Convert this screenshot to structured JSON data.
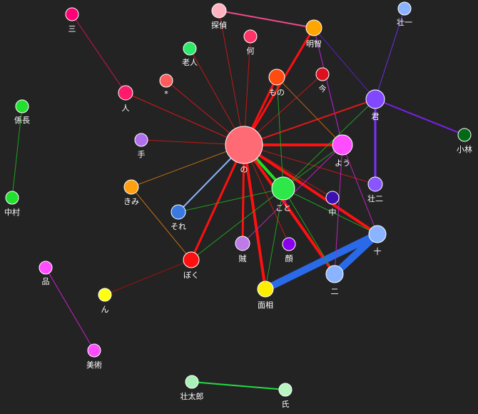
{
  "graph": {
    "nodes": [
      {
        "id": "no",
        "label": "の",
        "color": "#ff6b74"
      },
      {
        "id": "koto",
        "label": "こと",
        "color": "#2ee84a"
      },
      {
        "id": "you",
        "label": "よう",
        "color": "#ff4dff"
      },
      {
        "id": "kimi",
        "label": "君",
        "color": "#8248ff"
      },
      {
        "id": "jyuu",
        "label": "十",
        "color": "#8ab4ff"
      },
      {
        "id": "ni",
        "label": "二",
        "color": "#8ab4ff"
      },
      {
        "id": "mensou",
        "label": "面相",
        "color": "#ffee00"
      },
      {
        "id": "boku",
        "label": "ぼく",
        "color": "#ff1010"
      },
      {
        "id": "mono",
        "label": "もの",
        "color": "#ff4a10"
      },
      {
        "id": "akechi",
        "label": "明智",
        "color": "#ffa500"
      },
      {
        "id": "tantei",
        "label": "探偵",
        "color": "#ffb3c0"
      },
      {
        "id": "sanyou",
        "label": "三",
        "color": "#ff0077"
      },
      {
        "id": "soichi",
        "label": "壮一",
        "color": "#8ab4ff"
      },
      {
        "id": "nani",
        "label": "何",
        "color": "#ff3366"
      },
      {
        "id": "roujin",
        "label": "老人",
        "color": "#2ee86a"
      },
      {
        "id": "ima",
        "label": "今",
        "color": "#dd1020"
      },
      {
        "id": "asterisk",
        "label": "*",
        "color": "#ff5c5c"
      },
      {
        "id": "hito",
        "label": "人",
        "color": "#ff1a6b"
      },
      {
        "id": "kakarichou",
        "label": "係長",
        "color": "#22e030"
      },
      {
        "id": "kobayashi",
        "label": "小林",
        "color": "#006b14"
      },
      {
        "id": "te",
        "label": "手",
        "color": "#b070ee"
      },
      {
        "id": "souji",
        "label": "壮二",
        "color": "#8a55ff"
      },
      {
        "id": "kimi2",
        "label": "きみ",
        "color": "#ffa010"
      },
      {
        "id": "naka",
        "label": "中",
        "color": "#3a10b0"
      },
      {
        "id": "sore",
        "label": "それ",
        "color": "#3a7ae0"
      },
      {
        "id": "nakamura",
        "label": "中村",
        "color": "#22e030"
      },
      {
        "id": "zoku",
        "label": "賊",
        "color": "#c07ae8"
      },
      {
        "id": "kao",
        "label": "顔",
        "color": "#8a00ee"
      },
      {
        "id": "hin",
        "label": "品",
        "color": "#ff4dff"
      },
      {
        "id": "n",
        "label": "ん",
        "color": "#ffff10"
      },
      {
        "id": "bijutsu",
        "label": "美術",
        "color": "#ff4dff"
      },
      {
        "id": "soutarou",
        "label": "壮太郎",
        "color": "#a8f0b8"
      },
      {
        "id": "shi",
        "label": "氏",
        "color": "#b8f5c0"
      }
    ],
    "edges": [
      {
        "source": "tantei",
        "target": "akechi",
        "color": "#f04a8a",
        "weight": 2
      },
      {
        "source": "sanyou",
        "target": "hito",
        "color": "#d0105a",
        "weight": 1
      },
      {
        "source": "soichi",
        "target": "kimi",
        "color": "#6a30e0",
        "weight": 1
      },
      {
        "source": "kimi",
        "target": "kobayashi",
        "color": "#7a20e8",
        "weight": 2
      },
      {
        "source": "kimi",
        "target": "souji",
        "color": "#7a30ff",
        "weight": 3
      },
      {
        "source": "akechi",
        "target": "kimi",
        "color": "#5a20c0",
        "weight": 1
      },
      {
        "source": "akechi",
        "target": "you",
        "color": "#c020e0",
        "weight": 1
      },
      {
        "source": "kakarichou",
        "target": "nakamura",
        "color": "#20a020",
        "weight": 1
      },
      {
        "source": "hin",
        "target": "bijutsu",
        "color": "#d020d0",
        "weight": 1
      },
      {
        "source": "soutarou",
        "target": "shi",
        "color": "#22dd44",
        "weight": 2
      },
      {
        "source": "boku",
        "target": "n",
        "color": "#a01010",
        "weight": 1
      },
      {
        "source": "no",
        "target": "hito",
        "color": "#e01818",
        "weight": 1
      },
      {
        "source": "no",
        "target": "asterisk",
        "color": "#d01818",
        "weight": 1
      },
      {
        "source": "no",
        "target": "roujin",
        "color": "#c01818",
        "weight": 1
      },
      {
        "source": "no",
        "target": "tantei",
        "color": "#c01818",
        "weight": 1
      },
      {
        "source": "no",
        "target": "nani",
        "color": "#c01818",
        "weight": 1
      },
      {
        "source": "no",
        "target": "akechi",
        "color": "#ff1010",
        "weight": 3
      },
      {
        "source": "no",
        "target": "mono",
        "color": "#ff1010",
        "weight": 3
      },
      {
        "source": "no",
        "target": "ima",
        "color": "#c01818",
        "weight": 1
      },
      {
        "source": "no",
        "target": "kimi",
        "color": "#e01818",
        "weight": 2
      },
      {
        "source": "no",
        "target": "you",
        "color": "#ff1010",
        "weight": 4
      },
      {
        "source": "no",
        "target": "te",
        "color": "#c01818",
        "weight": 1
      },
      {
        "source": "no",
        "target": "kimi2",
        "color": "#c07010",
        "weight": 1
      },
      {
        "source": "no",
        "target": "sore",
        "color": "#8ab4ff",
        "weight": 2
      },
      {
        "source": "no",
        "target": "boku",
        "color": "#ff1010",
        "weight": 3
      },
      {
        "source": "no",
        "target": "zoku",
        "color": "#ff1010",
        "weight": 3
      },
      {
        "source": "no",
        "target": "mensou",
        "color": "#ff1010",
        "weight": 4
      },
      {
        "source": "no",
        "target": "kao",
        "color": "#c01818",
        "weight": 1
      },
      {
        "source": "no",
        "target": "koto",
        "color": "#22dd22",
        "weight": 4
      },
      {
        "source": "no",
        "target": "ni",
        "color": "#ff1010",
        "weight": 4
      },
      {
        "source": "no",
        "target": "jyuu",
        "color": "#ff1010",
        "weight": 4
      },
      {
        "source": "no",
        "target": "naka",
        "color": "#c01818",
        "weight": 1
      },
      {
        "source": "no",
        "target": "souji",
        "color": "#c01818",
        "weight": 1
      },
      {
        "source": "jyuu",
        "target": "mensou",
        "color": "#2a6ae8",
        "weight": 10
      },
      {
        "source": "jyuu",
        "target": "ni",
        "color": "#2a6ae8",
        "weight": 10
      },
      {
        "source": "mono",
        "target": "koto",
        "color": "#22a022",
        "weight": 1
      },
      {
        "source": "mono",
        "target": "you",
        "color": "#c06010",
        "weight": 1
      },
      {
        "source": "kimi",
        "target": "koto",
        "color": "#22a022",
        "weight": 1
      },
      {
        "source": "you",
        "target": "koto",
        "color": "#22a022",
        "weight": 1
      },
      {
        "source": "you",
        "target": "ni",
        "color": "#c020c0",
        "weight": 1
      },
      {
        "source": "you",
        "target": "jyuu",
        "color": "#c020c0",
        "weight": 1
      },
      {
        "source": "you",
        "target": "zoku",
        "color": "#c020c0",
        "weight": 1
      },
      {
        "source": "koto",
        "target": "sore",
        "color": "#22a022",
        "weight": 1
      },
      {
        "source": "koto",
        "target": "boku",
        "color": "#22a022",
        "weight": 1
      },
      {
        "source": "koto",
        "target": "mensou",
        "color": "#22a022",
        "weight": 1
      },
      {
        "source": "koto",
        "target": "jyuu",
        "color": "#22a022",
        "weight": 1
      },
      {
        "source": "koto",
        "target": "ni",
        "color": "#22a022",
        "weight": 1
      },
      {
        "source": "kimi2",
        "target": "boku",
        "color": "#c07010",
        "weight": 1
      }
    ]
  }
}
